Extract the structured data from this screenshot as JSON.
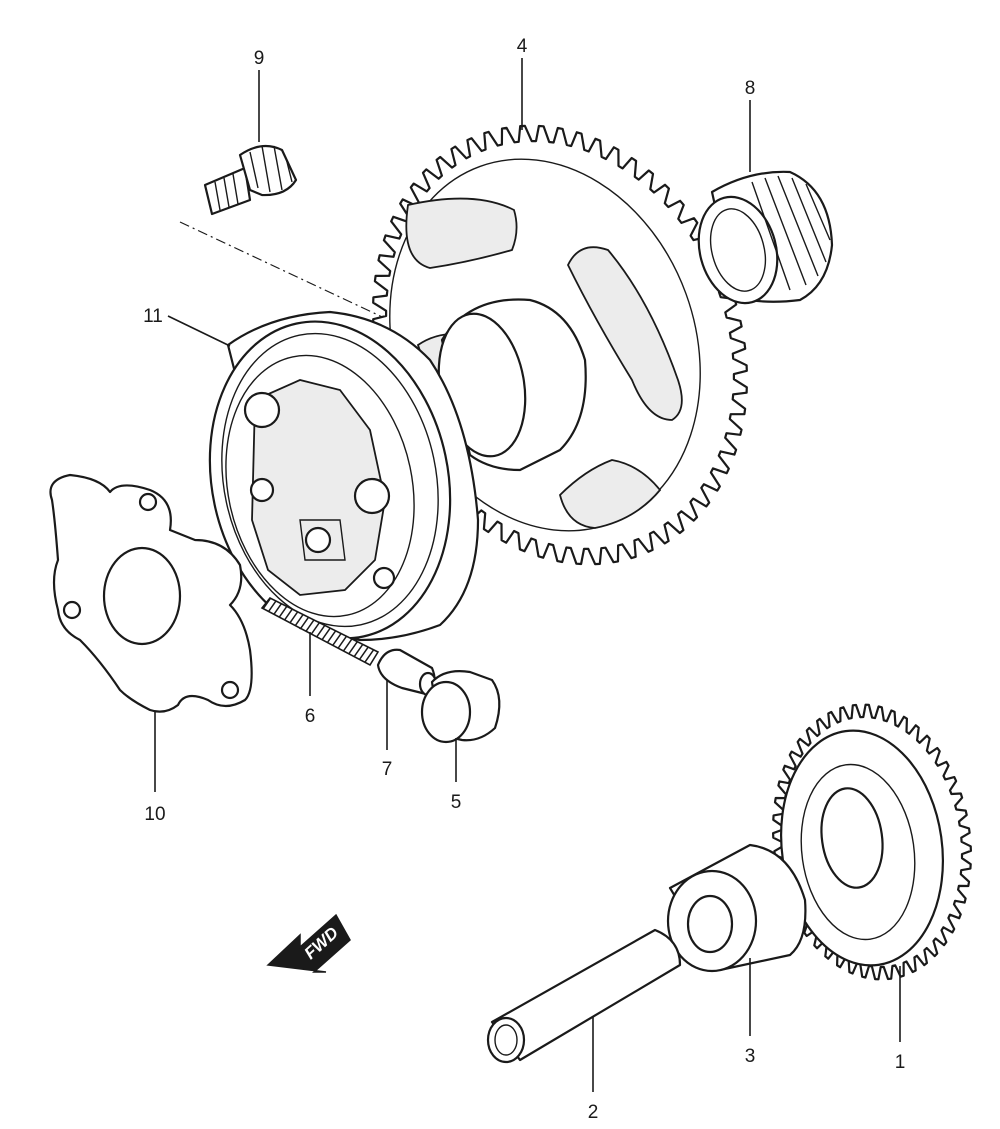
{
  "fwd_label": "FWD",
  "callouts": [
    {
      "id": "c9",
      "label": "9"
    },
    {
      "id": "c4",
      "label": "4"
    },
    {
      "id": "c8",
      "label": "8"
    },
    {
      "id": "c11",
      "label": "11"
    },
    {
      "id": "c6",
      "label": "6"
    },
    {
      "id": "c7",
      "label": "7"
    },
    {
      "id": "c5",
      "label": "5"
    },
    {
      "id": "c10",
      "label": "10"
    },
    {
      "id": "c3",
      "label": "3"
    },
    {
      "id": "c2",
      "label": "2"
    },
    {
      "id": "c1",
      "label": "1"
    }
  ]
}
